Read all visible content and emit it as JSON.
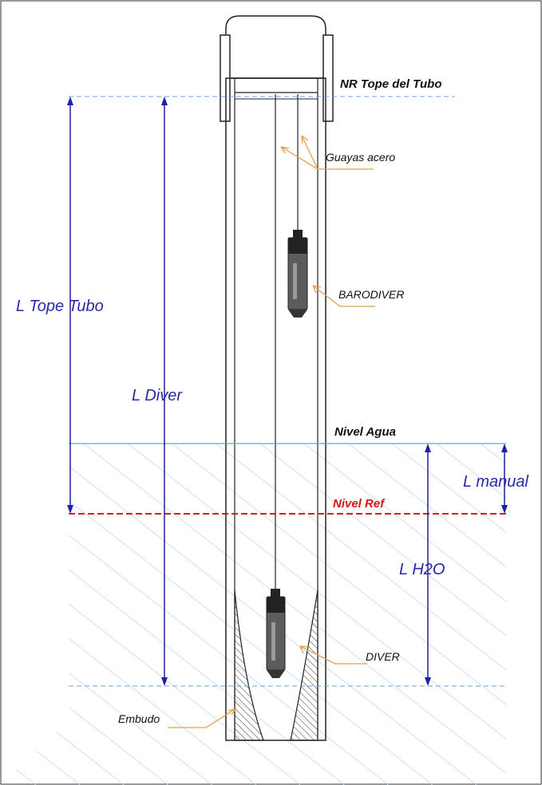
{
  "labels": {
    "nr_tope": "NR Tope del Tubo",
    "guayas": "Guayas acero",
    "barodiver": "BARODIVER",
    "nivel_agua": "Nivel Agua",
    "nivel_ref": "Nivel Ref",
    "l_tope_tubo": "L Tope Tubo",
    "l_diver": "L Diver",
    "l_manual": "L manual",
    "l_h2o": "L H2O",
    "diver": "DIVER",
    "embudo": "Embudo"
  },
  "colors": {
    "dimension": "#2020a0",
    "reference_dash": "#e01818",
    "water_line": "#6f9fd0",
    "hatch": "#c4d8ee",
    "leader": "#e0a050",
    "outline": "#222222"
  }
}
